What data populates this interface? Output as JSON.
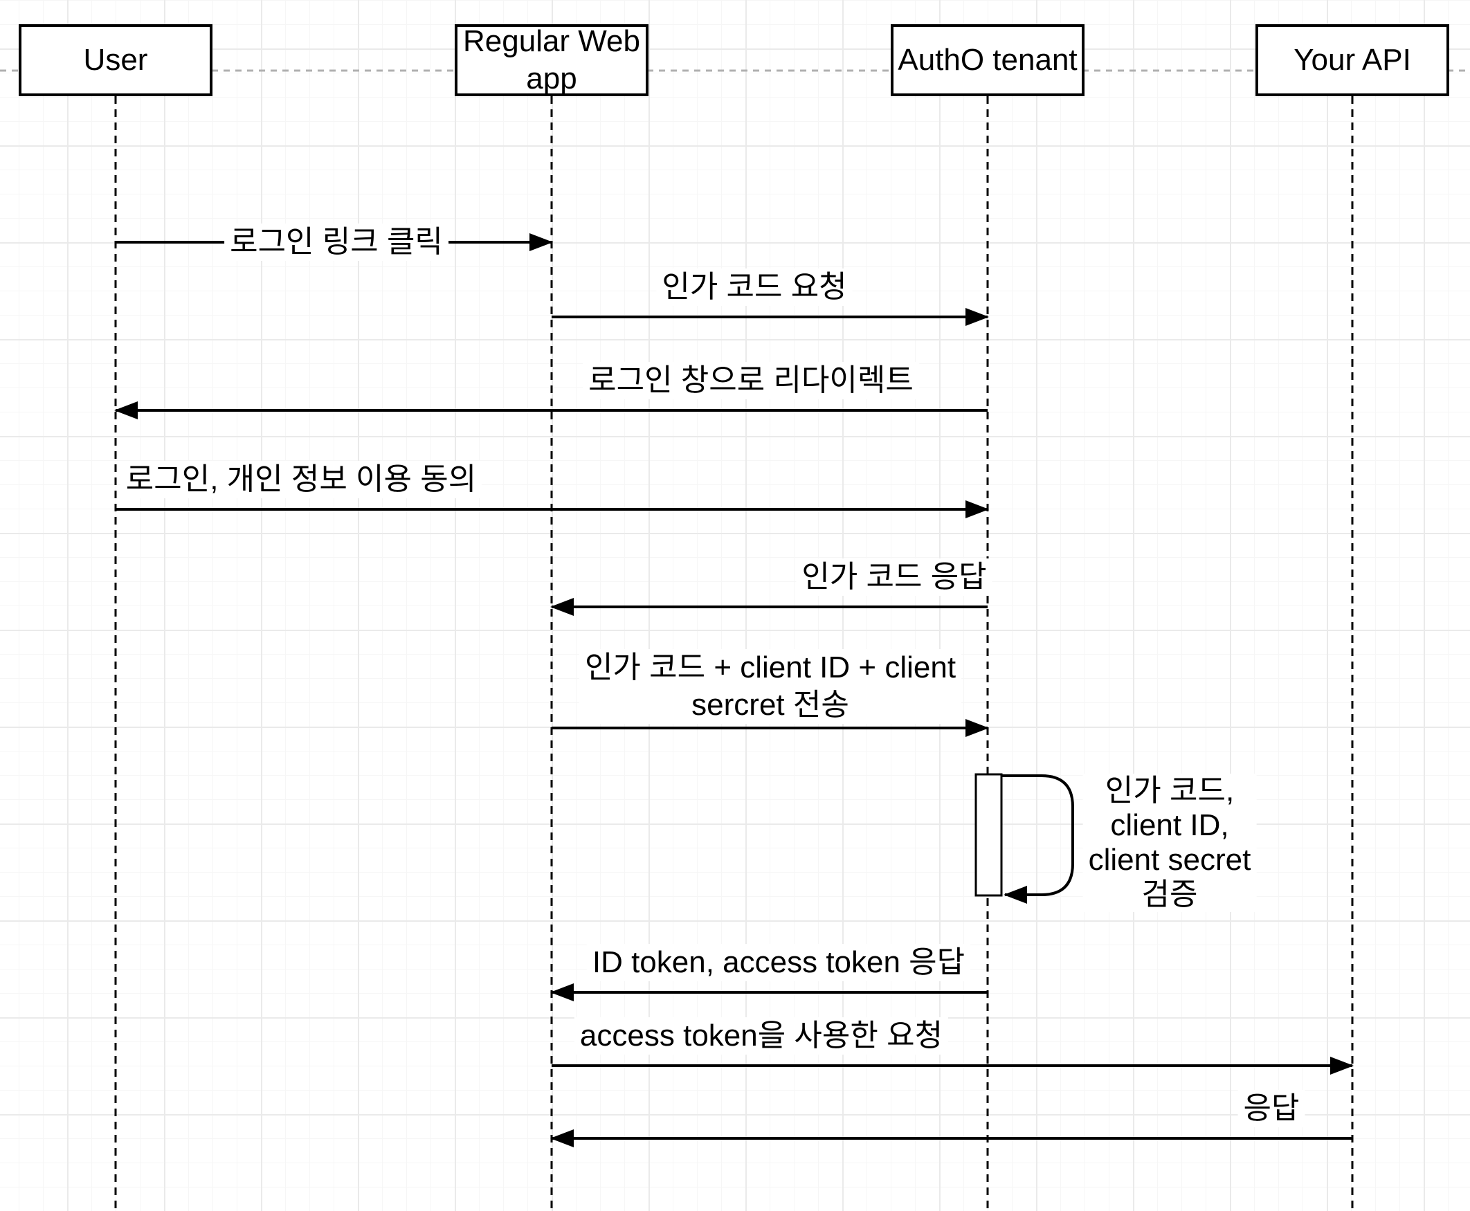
{
  "diagram_type": "sequence-diagram",
  "colors": {
    "stroke": "#000000",
    "guide_line": "#b0b0b0",
    "background": "#ffffff"
  },
  "actors": [
    {
      "id": "user",
      "label": "User"
    },
    {
      "id": "regular-web-app",
      "label": "Regular Web\napp"
    },
    {
      "id": "auth0-tenant",
      "label": "AuthO tenant"
    },
    {
      "id": "your-api",
      "label": "Your API"
    }
  ],
  "messages": [
    {
      "from": "User",
      "to": "Regular Web app",
      "label": "로그인 링크 클릭"
    },
    {
      "from": "Regular Web app",
      "to": "AuthO tenant",
      "label": "인가 코드 요청"
    },
    {
      "from": "AuthO tenant",
      "to": "User",
      "label": "로그인 창으로 리다이렉트"
    },
    {
      "from": "User",
      "to": "AuthO tenant",
      "label": "로그인, 개인 정보 이용 동의"
    },
    {
      "from": "AuthO tenant",
      "to": "Regular Web app",
      "label": "인가 코드 응답"
    },
    {
      "from": "Regular Web app",
      "to": "AuthO tenant",
      "label": "인가 코드 + client ID + client\nsercret 전송"
    },
    {
      "from": "AuthO tenant",
      "to": "AuthO tenant",
      "self": true,
      "label": "인가 코드,\nclient ID,\nclient secret\n검증"
    },
    {
      "from": "AuthO tenant",
      "to": "Regular Web app",
      "label": "ID token, access token 응답"
    },
    {
      "from": "Regular Web app",
      "to": "Your API",
      "label": "access token을 사용한 요청"
    },
    {
      "from": "Your API",
      "to": "Regular Web app",
      "label": "응답"
    }
  ]
}
